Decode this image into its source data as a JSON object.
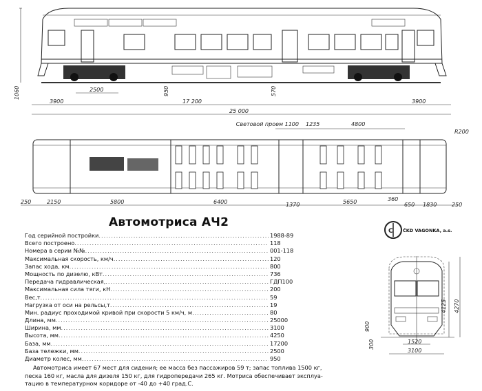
{
  "title": "Автомотриса АЧ2",
  "specs": [
    {
      "label": "Год серийной постройки",
      "value": "1988-89"
    },
    {
      "label": "Всего построено",
      "value": "118"
    },
    {
      "label": "Номера в серии №№",
      "value": "001-118"
    },
    {
      "label": "Максимальная скорость, км/ч",
      "value": "120"
    },
    {
      "label": "Запас хода, км",
      "value": "800"
    },
    {
      "label": "Мощность по дизелю, кВт",
      "value": "736"
    },
    {
      "label": "Передача гидравлическая,",
      "value": "ГДП100"
    },
    {
      "label": "Максимальная сила тяги, кН",
      "value": "200"
    },
    {
      "label": "Вес,т",
      "value": "59"
    },
    {
      "label": "Нагрузка от оси на рельсы,т",
      "value": "19"
    },
    {
      "label": "Мин. радиус проходимой кривой при скорости  5 км/ч, м",
      "value": "80"
    },
    {
      "label": "Длина, мм",
      "value": "25000"
    },
    {
      "label": "Ширина, мм",
      "value": "3100"
    },
    {
      "label": "Высота, мм",
      "value": "4250"
    },
    {
      "label": "База, мм",
      "value": "17200"
    },
    {
      "label": "База тележки, мм",
      "value": "2500"
    },
    {
      "label": "Диаметр колес, мм",
      "value": "950"
    }
  ],
  "caption": [
    "Автомотриса имеет 67 мест для сидения; ее масса без пассажиров 59 т; запас топлива 1500 кг,",
    "песка 160 кг, масла для дизеля 150 кг, для гидропередачи 265 кг. Мотриса  обеспечивает эксплуа-",
    "тацию в температурном коридоре от -40 до +40 град.С."
  ],
  "logo": {
    "text": "ČKD VAGONKA, a.s."
  },
  "side_view": {
    "height": "1060",
    "bogie_base": "2500",
    "wheel": "950",
    "step": "570",
    "overhang_left": "3900",
    "base": "17 200",
    "overhang_right": "3900",
    "length": "25 000"
  },
  "plan_view": {
    "light_opening": "Световой проем 1100",
    "top_a": "1235",
    "top_b": "4800",
    "radius": "R200",
    "bottom": [
      "250",
      "2150",
      "5800",
      "6400",
      "1370",
      "5650",
      "360",
      "650",
      "1830",
      "250"
    ]
  },
  "front_view": {
    "h1": "4125",
    "h2": "4270",
    "h3": "900",
    "h4": "300",
    "gauge": "1520",
    "width": "3100"
  }
}
